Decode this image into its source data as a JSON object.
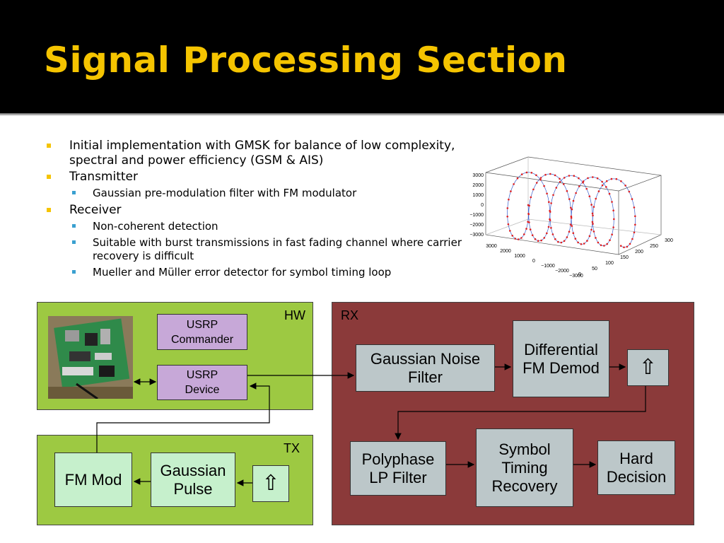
{
  "title": "Signal Processing Section",
  "bullets": {
    "b1": "Initial implementation with GMSK for balance of low complexity, spectral and power efficiency (GSM & AIS)",
    "b2": "Transmitter",
    "b2_sub1": "Gaussian pre-modulation filter with FM modulator",
    "b3": "Receiver",
    "b3_sub1": "Non-coherent detection",
    "b3_sub2": "Suitable with burst transmissions in fast fading channel where carrier recovery is difficult",
    "b3_sub3": "Mueller and Müller error detector for symbol timing loop"
  },
  "plot": {
    "z_ticks": [
      "3000",
      "2000",
      "1000",
      "0",
      "−1000",
      "−2000",
      "−3000"
    ],
    "x_ticks": [
      "0",
      "50",
      "100",
      "150",
      "200",
      "250",
      "300"
    ],
    "y_ticks": [
      "3000",
      "2000",
      "1000",
      "0",
      "−1000",
      "−2000",
      "−3000"
    ],
    "colors": {
      "trace": "#3a5fcd",
      "marker": "#e02020"
    }
  },
  "diagram": {
    "hw_label": "HW",
    "tx_label": "TX",
    "rx_label": "RX",
    "usrp_commander": "USRP\nCommander",
    "usrp_device": "USRP\nDevice",
    "fm_mod": "FM Mod",
    "gaussian_pulse": "Gaussian\nPulse",
    "tx_source_icon": "⇧",
    "gaussian_noise_filter": "Gaussian Noise\nFilter",
    "differential_fm_demod": "Differential\nFM Demod",
    "rx_upsample_icon": "⇧",
    "polyphase_lp_filter": "Polyphase\nLP Filter",
    "symbol_timing_recovery": "Symbol\nTiming\nRecovery",
    "hard_decision": "Hard\nDecision",
    "colors": {
      "panel_green": "#9dc942",
      "panel_rx": "#8b3a3a",
      "block_purple": "#c7a8d8",
      "block_green": "#c6f0cc",
      "block_grey": "#bcc7c9",
      "title_yellow": "#f5c400"
    }
  }
}
